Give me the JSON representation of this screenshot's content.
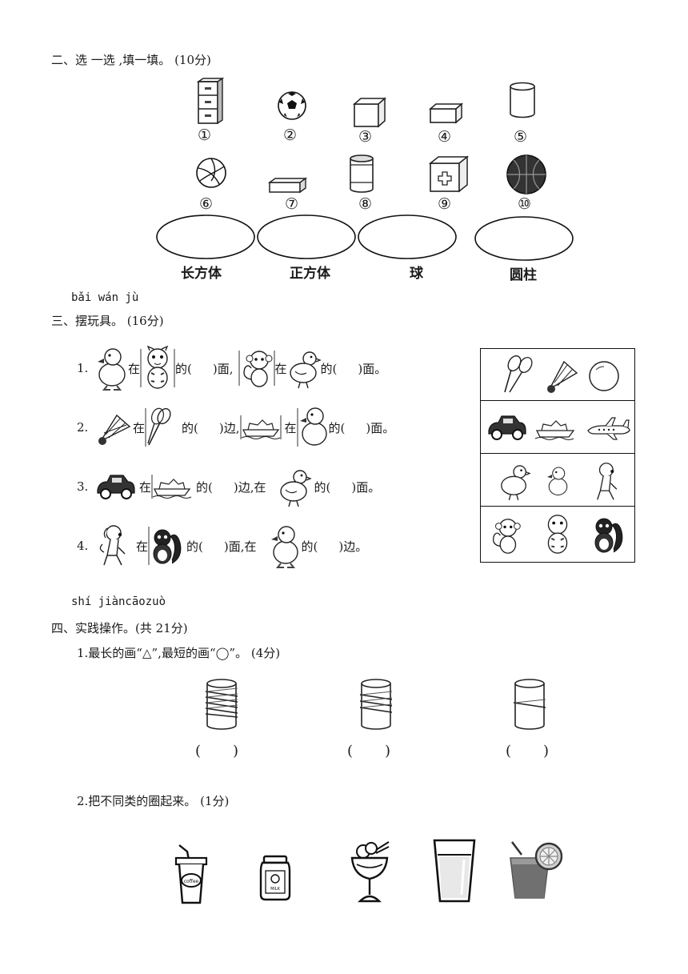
{
  "section2": {
    "title": "二、选 一选 ,填一填。 (10分)",
    "labels": [
      "①",
      "②",
      "③",
      "④",
      "⑤",
      "⑥",
      "⑦",
      "⑧",
      "⑨",
      "⑩"
    ],
    "categories": [
      "长方体",
      "正方体",
      "球",
      "圆柱"
    ]
  },
  "section3": {
    "pinyin": "bǎi wán jù",
    "title": "三、摆玩具。 (16分)",
    "zai": "在",
    "de": "的(",
    "q1": {
      "num": "1.",
      "a": ")面,",
      "b": ")面。"
    },
    "q2": {
      "num": "2.",
      "a": ")边,",
      "b": ")面。"
    },
    "q3": {
      "num": "3.",
      "a": ")边,在",
      "b": ")面。"
    },
    "q4": {
      "num": "4.",
      "a": ")面,在",
      "b": ")边。"
    }
  },
  "section4": {
    "pinyin": "shí jiàncāozuò",
    "title": "四、实践操作。(共 21分)",
    "q1": "1.最长的画“△”,最短的画“◯”。 (4分)",
    "q2": "2.把不同类的圈起来。 (1分)",
    "paren_open": "(",
    "paren_close": ")",
    "coffee_text": "coffee",
    "milk_text": "MILK"
  }
}
